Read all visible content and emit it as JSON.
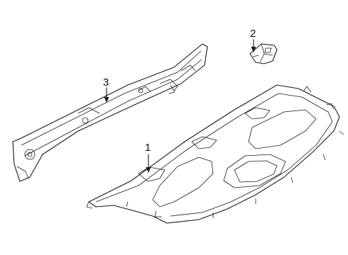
{
  "callouts": [
    {
      "id": "1",
      "text": "1"
    },
    {
      "id": "2",
      "text": "2"
    },
    {
      "id": "3",
      "text": "3"
    }
  ],
  "colors": {
    "line": "#1a1a1a",
    "background": "#ffffff"
  }
}
